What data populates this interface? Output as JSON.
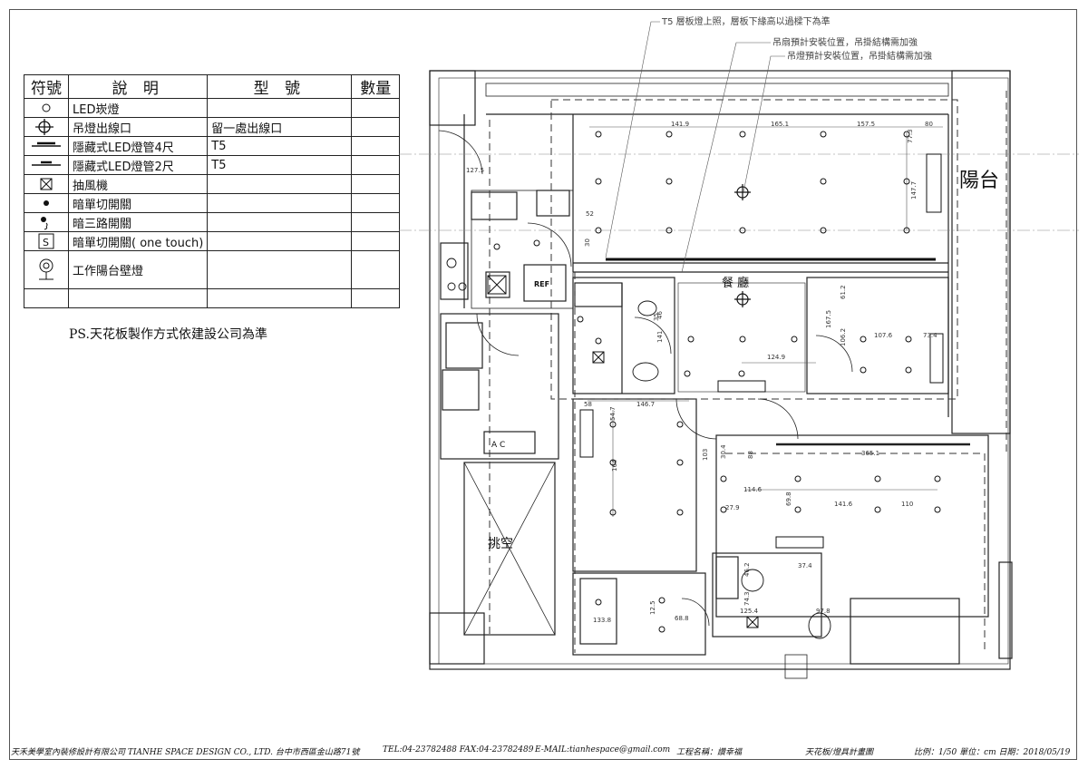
{
  "legend": {
    "headers": {
      "symbol": "符號",
      "description": "說 明",
      "model": "型 號",
      "qty": "數量"
    },
    "rows": [
      {
        "icon": "circle-small-icon",
        "description": "LED崁燈",
        "model": "",
        "qty": ""
      },
      {
        "icon": "pendant-outlet-icon",
        "description": "吊燈出線口",
        "model": "留一處出線口",
        "qty": ""
      },
      {
        "icon": "led-tube-4ft-icon",
        "description": "隱藏式LED燈管4尺",
        "model": "T5",
        "qty": ""
      },
      {
        "icon": "led-tube-2ft-icon",
        "description": "隱藏式LED燈管2尺",
        "model": "T5",
        "qty": ""
      },
      {
        "icon": "exhaust-fan-icon",
        "description": "抽風機",
        "model": "",
        "qty": ""
      },
      {
        "icon": "single-switch-icon",
        "description": "暗單切開關",
        "model": "",
        "qty": ""
      },
      {
        "icon": "three-way-switch-icon",
        "description": "暗三路開關",
        "model": "",
        "qty": ""
      },
      {
        "icon": "s-switch-icon",
        "description": "暗單切開關( one touch)",
        "model": "",
        "qty": ""
      },
      {
        "icon": "wall-lamp-icon",
        "description": "工作陽台壁燈",
        "model": "",
        "qty": ""
      },
      {
        "icon": "",
        "description": "",
        "model": "",
        "qty": ""
      }
    ]
  },
  "note": "PS.天花板製作方式依建設公司為準",
  "callouts": {
    "t5": "T5 層板燈上照，層板下緣高以過樑下為準",
    "fan": "吊扇預計安裝位置，吊掛結構需加強",
    "pendant": "吊燈預計安裝位置，吊掛結構需加強"
  },
  "rooms": {
    "balcony": "陽台",
    "dining": "餐 廳",
    "void": "挑空",
    "fridge": "REF",
    "ac": "A  C",
    "ref_dim": "3"
  },
  "dimensions": [
    "141.9",
    "165.1",
    "157.5",
    "80",
    "77.3",
    "147.7",
    "127.5",
    "52",
    "30",
    "46",
    "35",
    "141",
    "61.2",
    "167.5",
    "106.2",
    "107.6",
    "73.4",
    "124.9",
    "58",
    "146.7",
    "54.7",
    "164",
    "103",
    "30.4",
    "88",
    "365.1",
    "114.6",
    "27.9",
    "69.8",
    "141.6",
    "110",
    "46.2",
    "37.4",
    "74.3",
    "125.4",
    "97.8",
    "133.8",
    "12.5",
    "68.8"
  ],
  "footer": {
    "company": "天禾美學室內裝修設計有限公司 TIANHE SPACE DESIGN CO., LTD. 台中市西區金山路71號",
    "tel": "TEL:04-23782488 FAX:04-23782489",
    "email": "E-MAIL:tianhespace@gmail.com",
    "project": "工程名稱：讚幸福",
    "sheet": "天花板/燈具計畫圖",
    "scale": "比例：1/50 單位：cm 日期：2018/05/19"
  }
}
